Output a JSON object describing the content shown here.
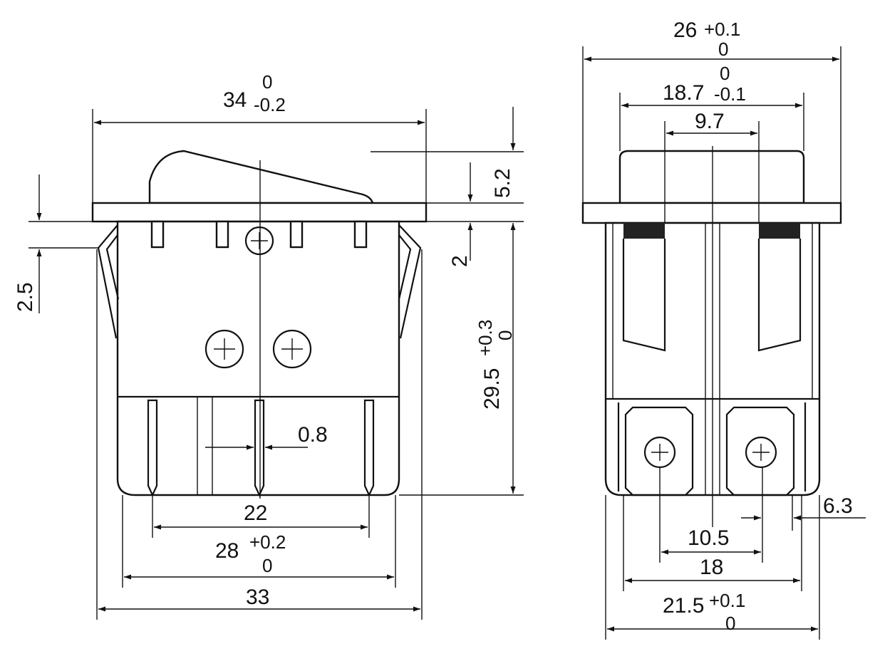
{
  "front_view": {
    "width_top": "34",
    "width_top_tol_upper": "0",
    "width_top_tol_lower": "-0.2",
    "height_rocker": "5.2",
    "flange_thickness": "2",
    "clip_offset": "2.5",
    "body_height": "29.5",
    "body_height_tol_upper": "+0.3",
    "body_height_tol_lower": "0",
    "pin_thickness": "0.8",
    "pin_spacing": "22",
    "body_width": "28",
    "body_width_tol_upper": "+0.2",
    "body_width_tol_lower": "0",
    "overall_width": "33"
  },
  "side_view": {
    "flange_width": "26",
    "flange_width_tol_upper": "+0.1",
    "flange_width_tol_lower": "0",
    "rocker_width": "18.7",
    "rocker_width_tol_upper": "0",
    "rocker_width_tol_lower": "-0.1",
    "center_width": "9.7",
    "terminal_width": "6.3",
    "terminal_spacing": "10.5",
    "inner_width": "18",
    "body_depth": "21.5",
    "body_depth_tol_upper": "+0.1",
    "body_depth_tol_lower": "0"
  }
}
